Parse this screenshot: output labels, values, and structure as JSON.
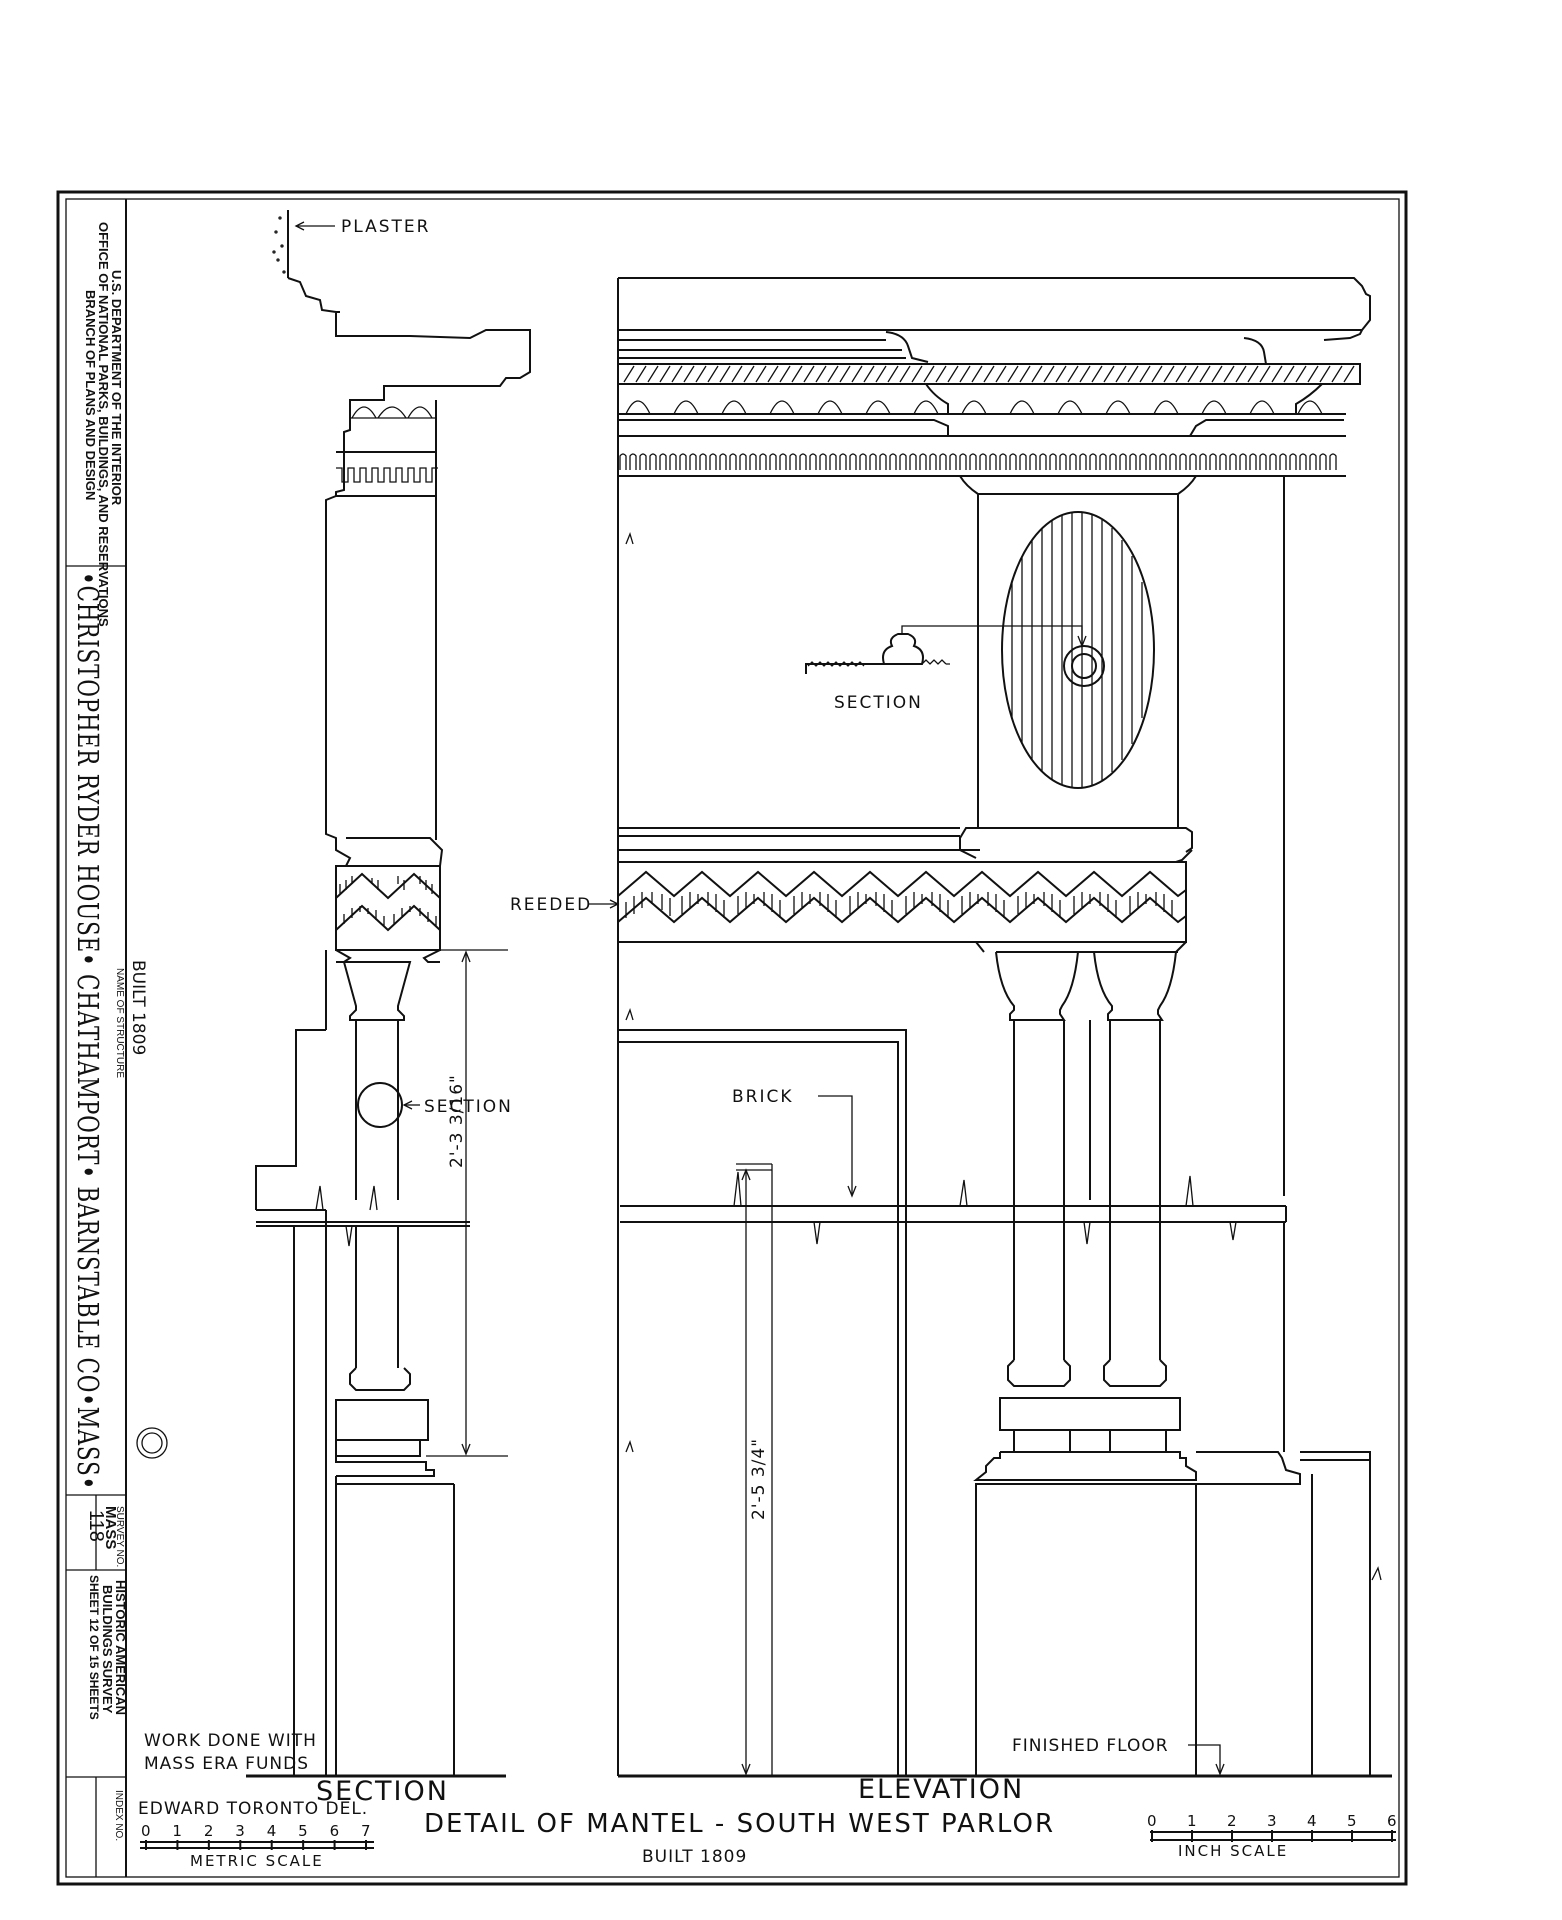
{
  "title_block": {
    "agency_line1": "U.S. DEPARTMENT OF THE INTERIOR",
    "agency_line2": "OFFICE OF NATIONAL PARKS, BUILDINGS, AND RESERVATIONS",
    "agency_line3": "BRANCH OF PLANS AND DESIGN",
    "structure_title": "•CHRISTOPHER RYDER HOUSE• CHATHAMPORT• BARNSTABLE CO•MASS•",
    "name_of_structure_caption": "NAME OF STRUCTURE",
    "built": "BUILT 1809",
    "survey_no_caption": "SURVEY NO.",
    "survey_state": "MASS",
    "survey_number": "118",
    "habs_line1": "HISTORIC AMERICAN",
    "habs_line2": "BUILDINGS SURVEY",
    "sheet": "SHEET 12 OF 15 SHEETS",
    "index_no_caption": "INDEX NO."
  },
  "labels": {
    "plaster": "PLASTER",
    "section_finial": "SECTION",
    "reeded": "REEDED",
    "section_column": "SECTION",
    "brick": "BRICK",
    "dim_column": "2'-3 3/16\"",
    "dim_opening": "2'-5 3/4\"",
    "finished_floor": "FINISHED FLOOR",
    "work_line1": "WORK DONE WITH",
    "work_line2": "MASS ERA FUNDS",
    "view_section": "SECTION",
    "view_elevation": "ELEVATION",
    "delineator": "EDWARD TORONTO DEL.",
    "main_title": "DETAIL OF MANTEL - SOUTH WEST PARLOR",
    "built_bottom": "BUILT 1809",
    "metric_scale": "METRIC SCALE",
    "inch_scale": "INCH SCALE"
  },
  "metric_scale_ticks": [
    "0",
    "1",
    "2",
    "3",
    "4",
    "5",
    "6",
    "7"
  ],
  "inch_scale_ticks": [
    "0",
    "1",
    "2",
    "3",
    "4",
    "5",
    "6"
  ]
}
